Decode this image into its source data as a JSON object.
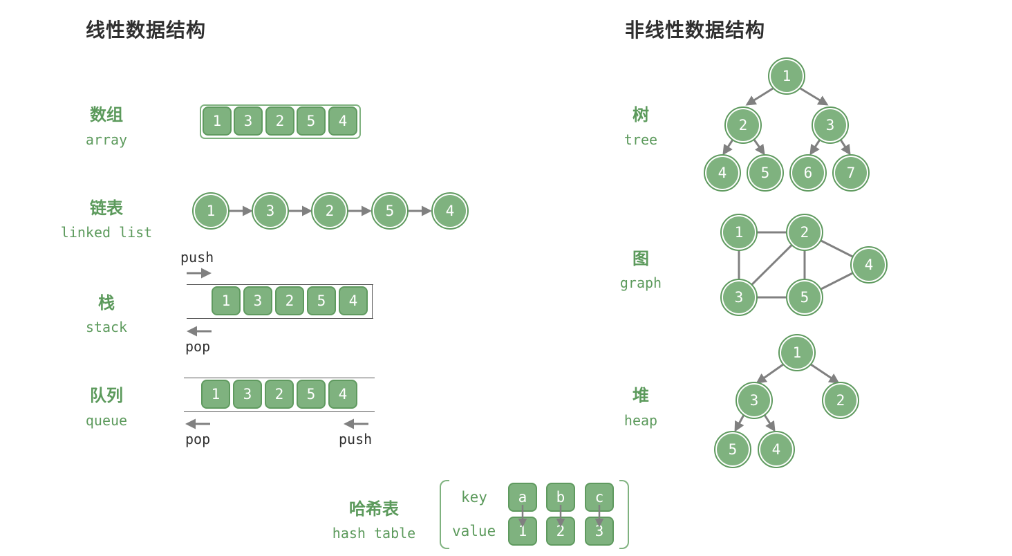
{
  "headings": {
    "linear": "线性数据结构",
    "nonlinear": "非线性数据结构"
  },
  "array": {
    "label_cn": "数组",
    "label_en": "array",
    "values": [
      "1",
      "3",
      "2",
      "5",
      "4"
    ]
  },
  "linked_list": {
    "label_cn": "链表",
    "label_en": "linked list",
    "values": [
      "1",
      "3",
      "2",
      "5",
      "4"
    ]
  },
  "stack": {
    "label_cn": "栈",
    "label_en": "stack",
    "values": [
      "1",
      "3",
      "2",
      "5",
      "4"
    ],
    "push": "push",
    "pop": "pop"
  },
  "queue": {
    "label_cn": "队列",
    "label_en": "queue",
    "values": [
      "1",
      "3",
      "2",
      "5",
      "4"
    ],
    "pop": "pop",
    "push": "push"
  },
  "tree": {
    "label_cn": "树",
    "label_en": "tree",
    "nodes": [
      "1",
      "2",
      "3",
      "4",
      "5",
      "6",
      "7"
    ]
  },
  "graph": {
    "label_cn": "图",
    "label_en": "graph",
    "nodes": [
      "1",
      "2",
      "3",
      "4",
      "5"
    ]
  },
  "heap": {
    "label_cn": "堆",
    "label_en": "heap",
    "nodes": [
      "1",
      "3",
      "2",
      "5",
      "4"
    ]
  },
  "hash_table": {
    "label_cn": "哈希表",
    "label_en": "hash table",
    "key_label": "key",
    "value_label": "value",
    "keys": [
      "a",
      "b",
      "c"
    ],
    "values": [
      "1",
      "2",
      "3"
    ]
  },
  "colors": {
    "node_fill": "#7fb27f",
    "node_border": "#5f9a5f",
    "accent_text": "#5c9a5c",
    "arrow": "#808080"
  }
}
